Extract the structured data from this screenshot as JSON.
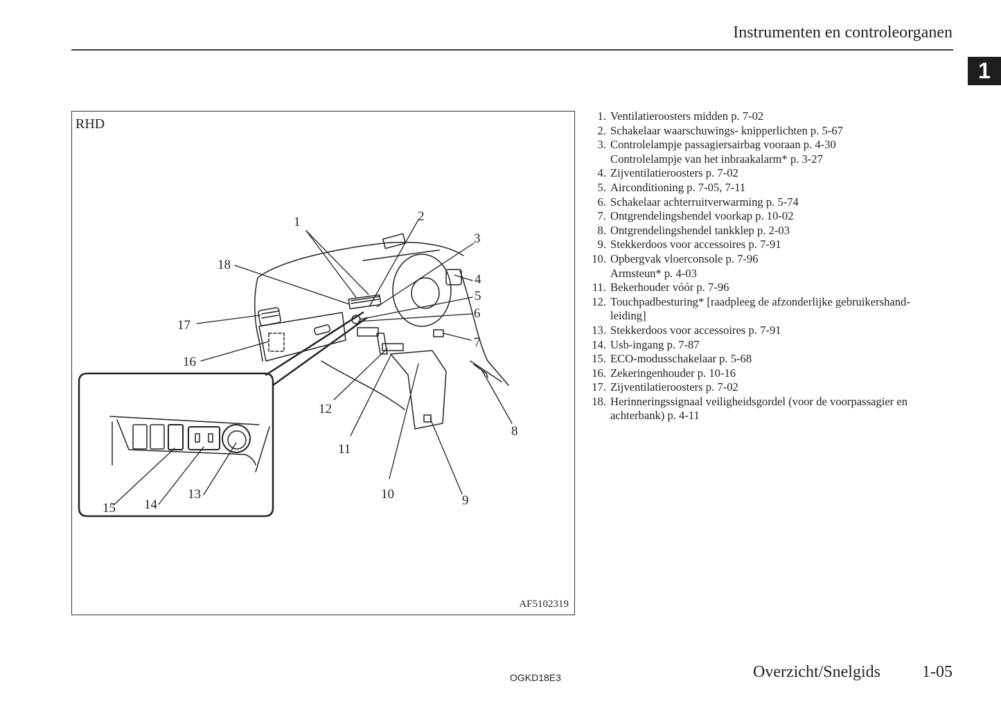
{
  "header": {
    "title": "Instrumenten en controleorganen",
    "chapter_tab": "1"
  },
  "figure": {
    "tag": "RHD",
    "code": "AF5102319",
    "callouts": [
      "1",
      "2",
      "3",
      "4",
      "5",
      "6",
      "7",
      "8",
      "9",
      "10",
      "11",
      "12",
      "13",
      "14",
      "15",
      "16",
      "17",
      "18"
    ]
  },
  "items": [
    {
      "num": "1.",
      "text": "Ventilatieroosters midden p. 7-02"
    },
    {
      "num": "2.",
      "text": "Schakelaar waarschuwings- knipperlichten p. 5-67"
    },
    {
      "num": "3.",
      "text": "Controlelampje passagiersairbag vooraan p. 4-30",
      "sub": "Controlelampje van het inbraakalarm* p. 3-27"
    },
    {
      "num": "4.",
      "text": "Zijventilatieroosters p. 7-02"
    },
    {
      "num": "5.",
      "text": "Airconditioning p. 7-05, 7-11"
    },
    {
      "num": "6.",
      "text": "Schakelaar achterruitverwarming p. 5-74"
    },
    {
      "num": "7.",
      "text": "Ontgrendelingshendel voorkap p. 10-02"
    },
    {
      "num": "8.",
      "text": "Ontgrendelingshendel tankklep p. 2-03"
    },
    {
      "num": "9.",
      "text": "Stekkerdoos voor accessoires p. 7-91"
    },
    {
      "num": "10.",
      "text": "Opbergvak vloerconsole p. 7-96",
      "sub": "Armsteun* p. 4-03"
    },
    {
      "num": "11.",
      "text": "Bekerhouder vóór p. 7-96"
    },
    {
      "num": "12.",
      "text": "Touchpadbesturing* [raadpleeg de afzonderlijke gebruikershand-",
      "sub": "leiding]"
    },
    {
      "num": "13.",
      "text": "Stekkerdoos voor accessoires p. 7-91"
    },
    {
      "num": "14.",
      "text": "Usb-ingang p. 7-87"
    },
    {
      "num": "15.",
      "text": "ECO-modusschakelaar p. 5-68"
    },
    {
      "num": "16.",
      "text": "Zekeringenhouder p. 10-16"
    },
    {
      "num": "17.",
      "text": "Zijventilatieroosters p. 7-02"
    },
    {
      "num": "18.",
      "text": "Herinneringssignaal veiligheidsgordel (voor de voorpassagier en",
      "sub": "achterbank) p. 4-11"
    }
  ],
  "footer": {
    "code": "OGKD18E3",
    "section": "Overzicht/Snelgids",
    "page": "1-05"
  }
}
